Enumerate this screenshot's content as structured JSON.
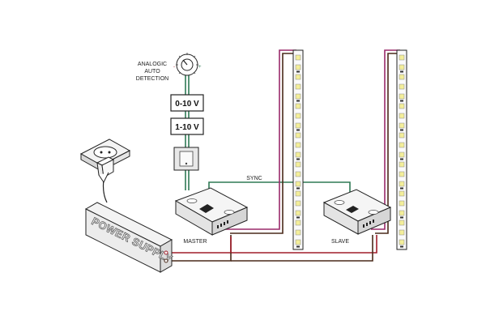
{
  "labels": {
    "analogic_line1": "ANALOGIC",
    "analogic_line2": "AUTO",
    "analogic_line3": "DETECTION",
    "range_0_10": "0-10 V",
    "range_1_10": "1-10 V",
    "sync": "SYNC",
    "master": "MASTER",
    "slave": "SLAVE",
    "power_supply": "POWER SUPPLY"
  },
  "colors": {
    "wire_green": "#2f7a55",
    "wire_red": "#a11d2a",
    "wire_dark": "#4a2a1a",
    "wire_magenta": "#9a2a6a",
    "led_yellow": "#f3ee9a",
    "outline": "#222222",
    "box_fill": "#f2f2f2"
  },
  "icons": {
    "potentiometer": "knob-dial-icon",
    "switch": "push-switch-icon",
    "socket": "wall-socket-icon",
    "plug": "power-plug-icon"
  }
}
